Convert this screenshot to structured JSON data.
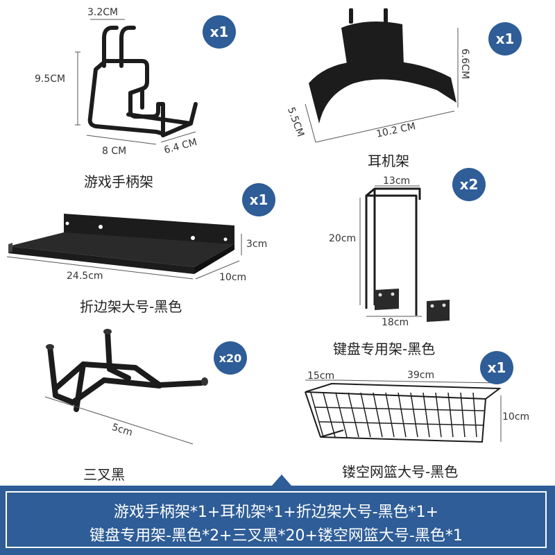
{
  "products": {
    "gamepad_rack": {
      "name": "游戏手柄架",
      "qty": "x1",
      "dims": {
        "top": "3.2CM",
        "height": "9.5CM",
        "width": "8 CM",
        "depth": "6.4 CM"
      }
    },
    "headphone_rack": {
      "name": "耳机架",
      "qty": "x1",
      "dims": {
        "height": "6.6CM",
        "depth": "5.5CM",
        "width": "10.2 CM"
      }
    },
    "folding_shelf": {
      "name": "折边架大号-黑色",
      "qty": "x1",
      "dims": {
        "length": "24.5cm",
        "depth": "10cm",
        "height": "3cm"
      }
    },
    "keyboard_rack": {
      "name": "键盘专用架-黑色",
      "qty": "x2",
      "dims": {
        "top": "13cm",
        "height": "20cm",
        "bottom": "18cm"
      }
    },
    "triple_hook": {
      "name": "三叉黑",
      "qty": "x20",
      "dims": {
        "length": "5cm"
      }
    },
    "wire_basket": {
      "name": "镂空网篮大号-黑色",
      "qty": "x1",
      "dims": {
        "depth": "15cm",
        "length": "39cm",
        "height": "10cm"
      }
    }
  },
  "summary": {
    "line1": "游戏手柄架*1+耳机架*1+折边架大号-黑色*1+",
    "line2": "键盘专用架-黑色*2+三叉黑*20+镂空网篮大号-黑色*1"
  },
  "colors": {
    "accent": "#2e5d97",
    "product": "#1c1c1c"
  }
}
